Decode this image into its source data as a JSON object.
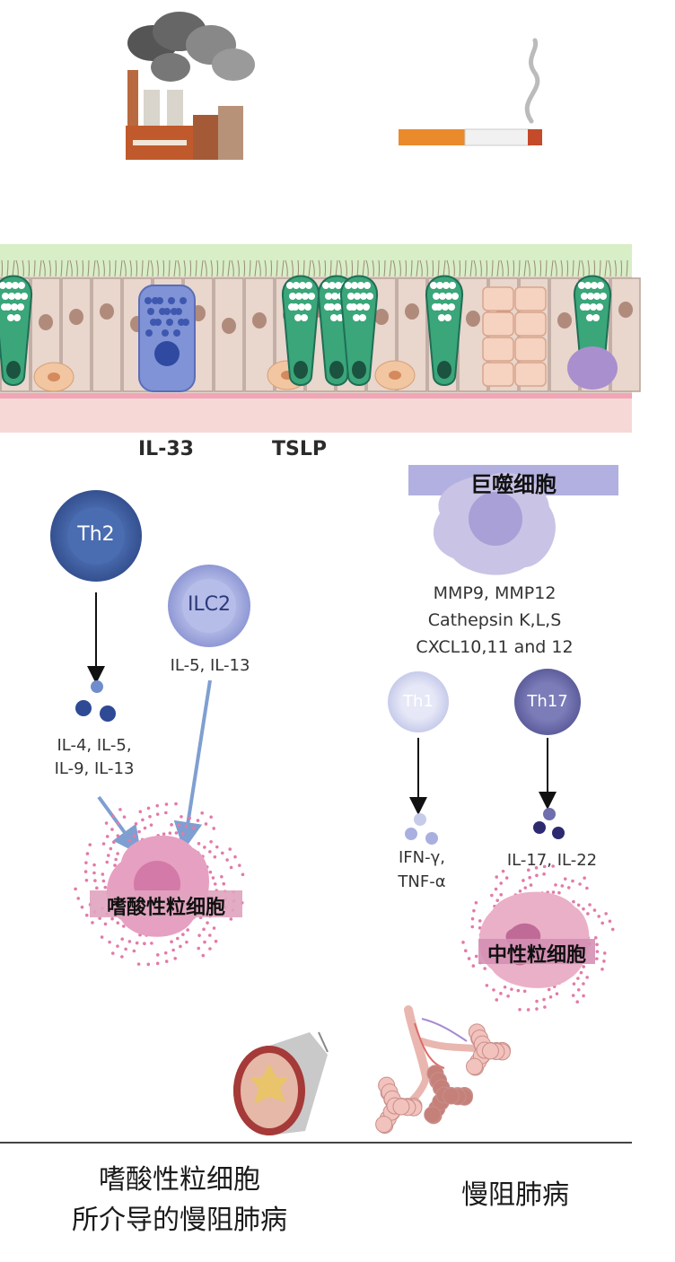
{
  "labels": {
    "il33": "IL-33",
    "tslp": "TSLP",
    "macrophage": "巨噬细胞",
    "macrophage_products_1": "MMP9, MMP12",
    "macrophage_products_2": "Cathepsin K,L,S",
    "macrophage_products_3": "CXCL10,11 and 12",
    "th2": "Th2",
    "ilc2": "ILC2",
    "ilc2_cytokines": "IL-5, IL-13",
    "th2_cytokines_1": "IL-4, IL-5,",
    "th2_cytokines_2": "IL-9, IL-13",
    "th1": "Th1",
    "th17": "Th17",
    "th1_cytokines_1": "IFN-γ,",
    "th1_cytokines_2": "TNF-α",
    "th17_cytokines": "IL-17, IL-22",
    "eosinophil": "嗜酸性粒细胞",
    "neutrophil": "中性粒细胞",
    "bottom_left_1": "嗜酸性粒细胞",
    "bottom_left_2": "所介导的慢阻肺病",
    "bottom_right": "慢阻肺病"
  },
  "icons": [
    "factory-icon",
    "cigarette-icon",
    "airway-tube-icon",
    "lung-alveoli-icon"
  ],
  "colors": {
    "th2": "#3f5fa3",
    "ilc2": "#a9b1e2",
    "th1": "#d9dcf3",
    "th17": "#6f6fae",
    "macrophage_band": "#b2b0e0",
    "eosinophil": "#e6a0c2",
    "arrow_blue": "#7f9fd1"
  }
}
